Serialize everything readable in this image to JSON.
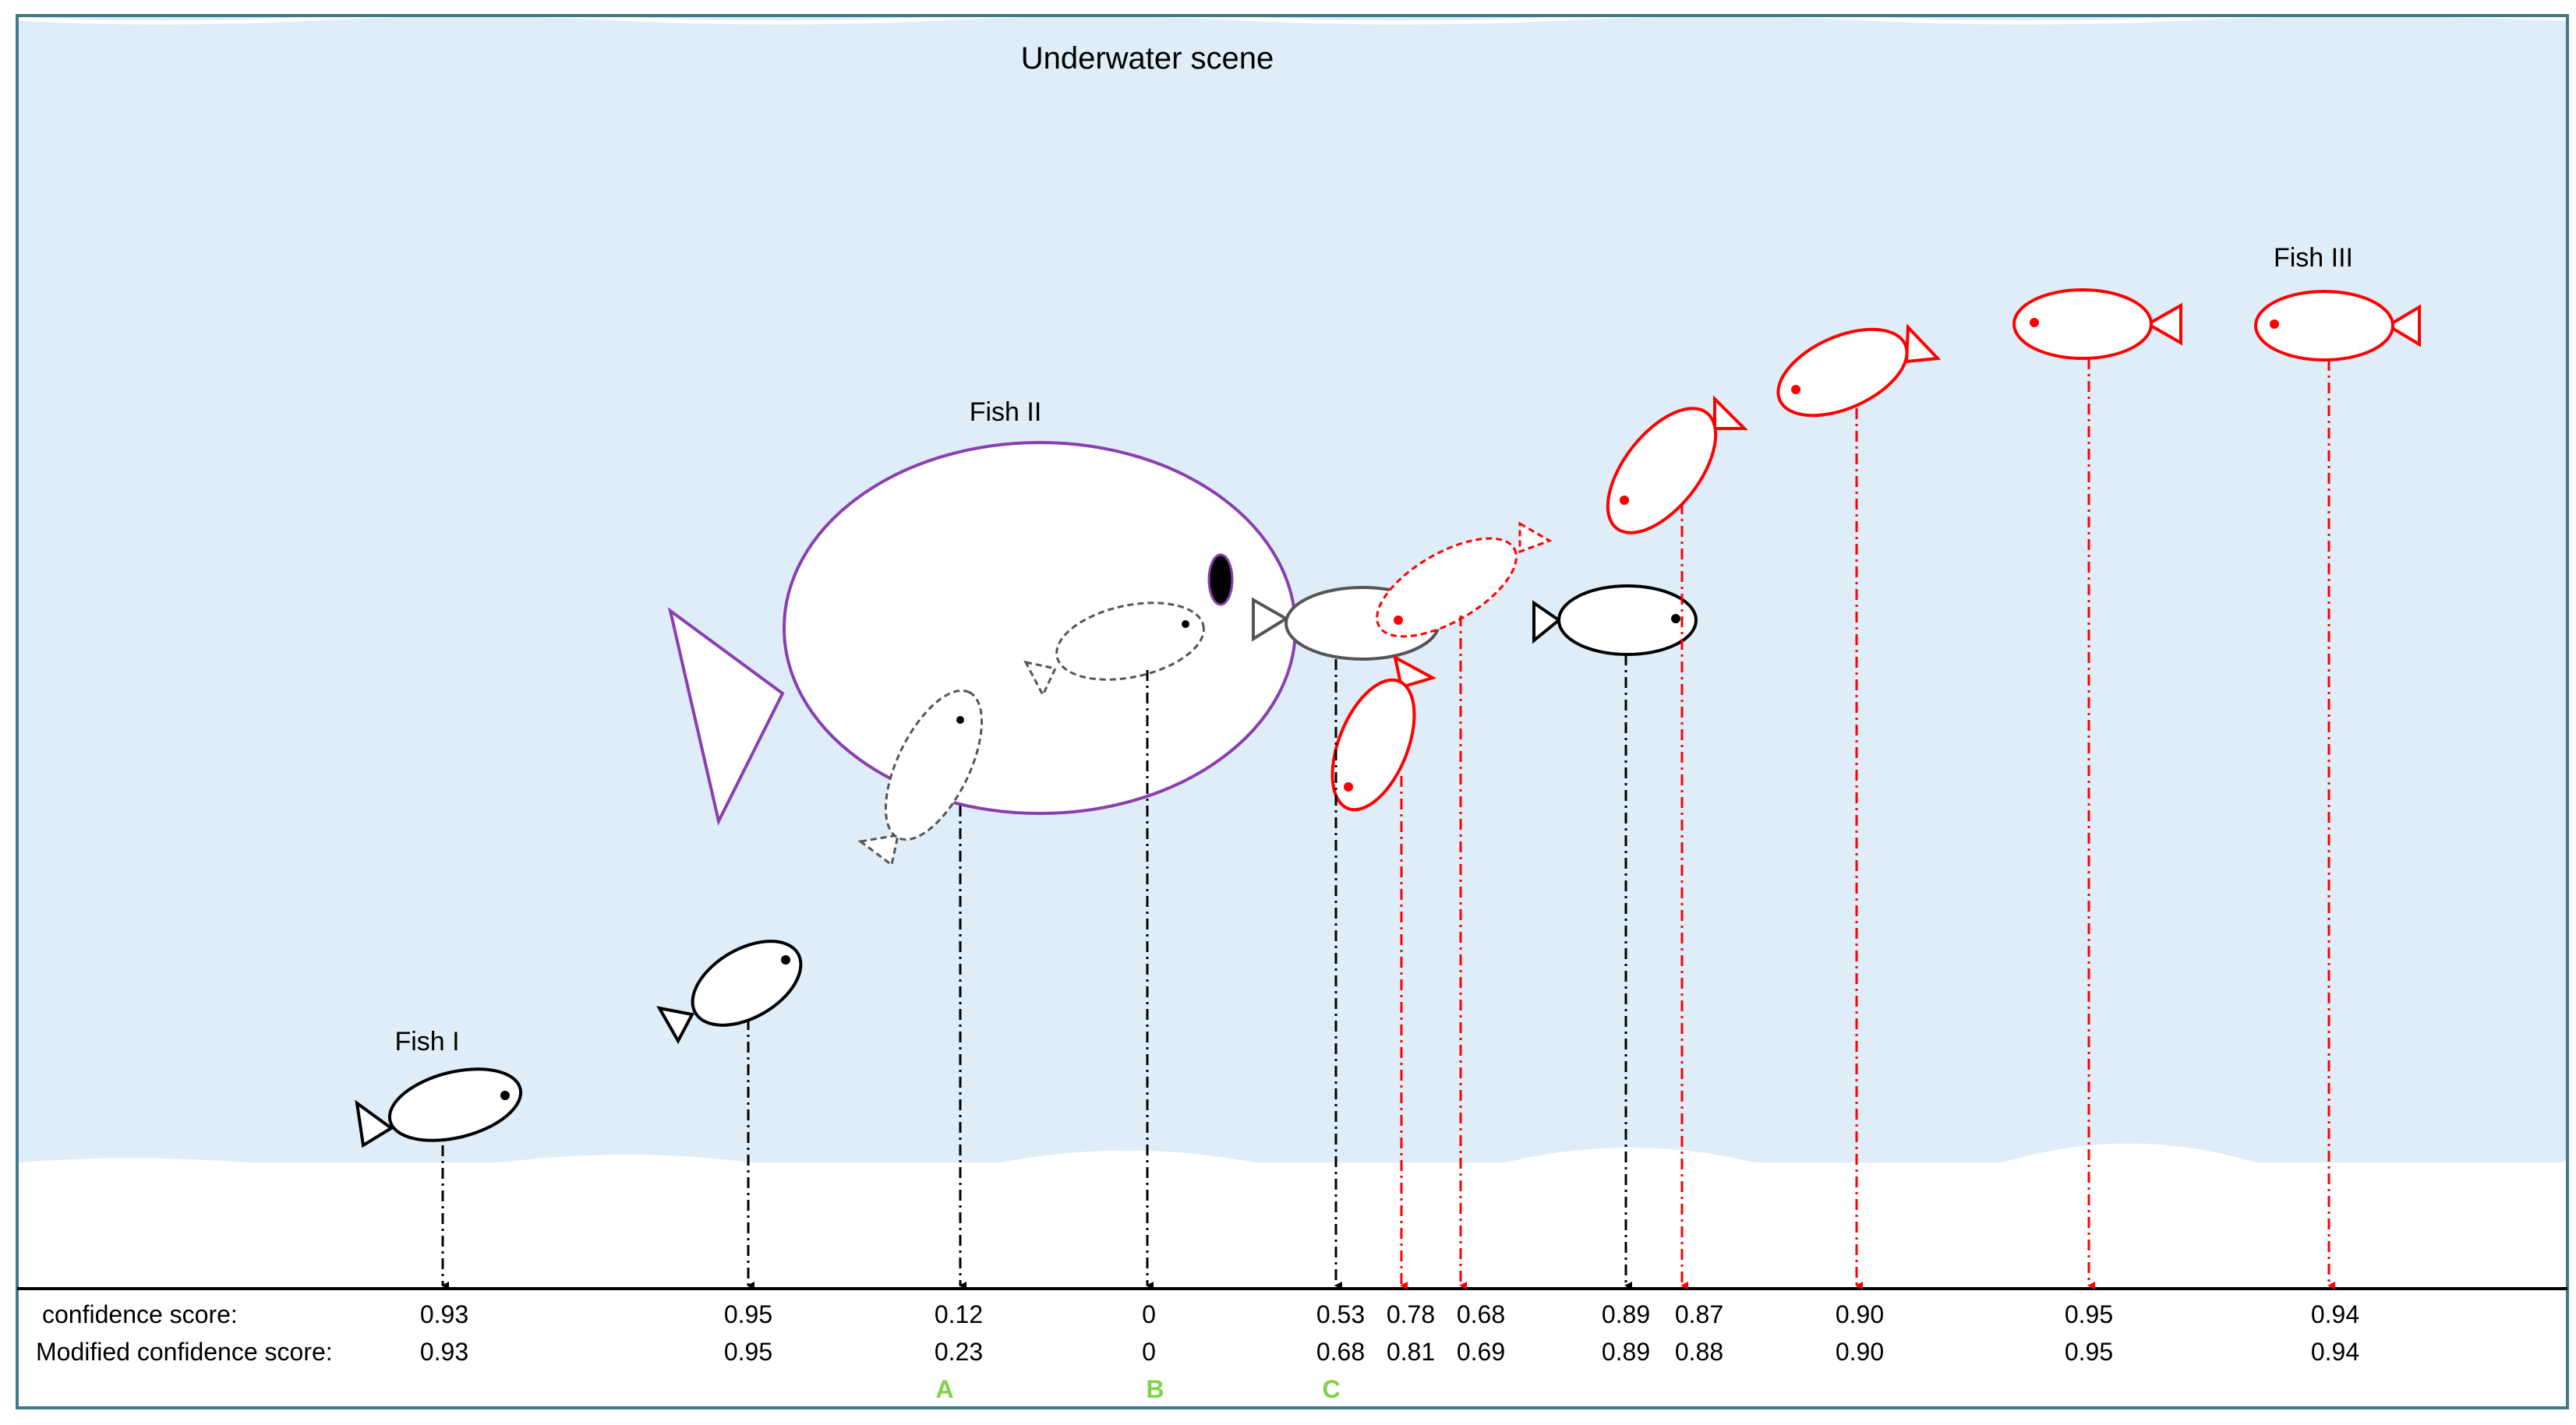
{
  "title": "Underwater scene",
  "labels": {
    "fish_i": "Fish I",
    "fish_ii": "Fish II",
    "fish_iii": "Fish III"
  },
  "row_labels": {
    "confidence": "confidence score:",
    "modified": "Modified confidence score:"
  },
  "markers": [
    "A",
    "B",
    "C"
  ],
  "detections": [
    {
      "confidence": "0.93",
      "modified": "0.93",
      "color": "black"
    },
    {
      "confidence": "0.95",
      "modified": "0.95",
      "color": "black"
    },
    {
      "confidence": "0.12",
      "modified": "0.23",
      "color": "black",
      "marker": "A"
    },
    {
      "confidence": "0",
      "modified": "0",
      "color": "black",
      "marker": "B"
    },
    {
      "confidence": "0.53",
      "modified": "0.68",
      "color": "black",
      "marker": "C"
    },
    {
      "confidence": "0.78",
      "modified": "0.81",
      "color": "red"
    },
    {
      "confidence": "0.68",
      "modified": "0.69",
      "color": "red"
    },
    {
      "confidence": "0.89",
      "modified": "0.89",
      "color": "black"
    },
    {
      "confidence": "0.87",
      "modified": "0.88",
      "color": "red"
    },
    {
      "confidence": "0.90",
      "modified": "0.90",
      "color": "red"
    },
    {
      "confidence": "0.95",
      "modified": "0.95",
      "color": "red"
    },
    {
      "confidence": "0.94",
      "modified": "0.94",
      "color": "red"
    }
  ],
  "colors": {
    "water": "#deedf7",
    "sand": "#ffffff",
    "border": "#3e7a8a",
    "fish_black": "#000000",
    "fish_red": "#ff0000",
    "fish_ii_outline": "#8a3fb0",
    "dashed_fish": "#555555",
    "marker_green": "#7fd24a"
  }
}
